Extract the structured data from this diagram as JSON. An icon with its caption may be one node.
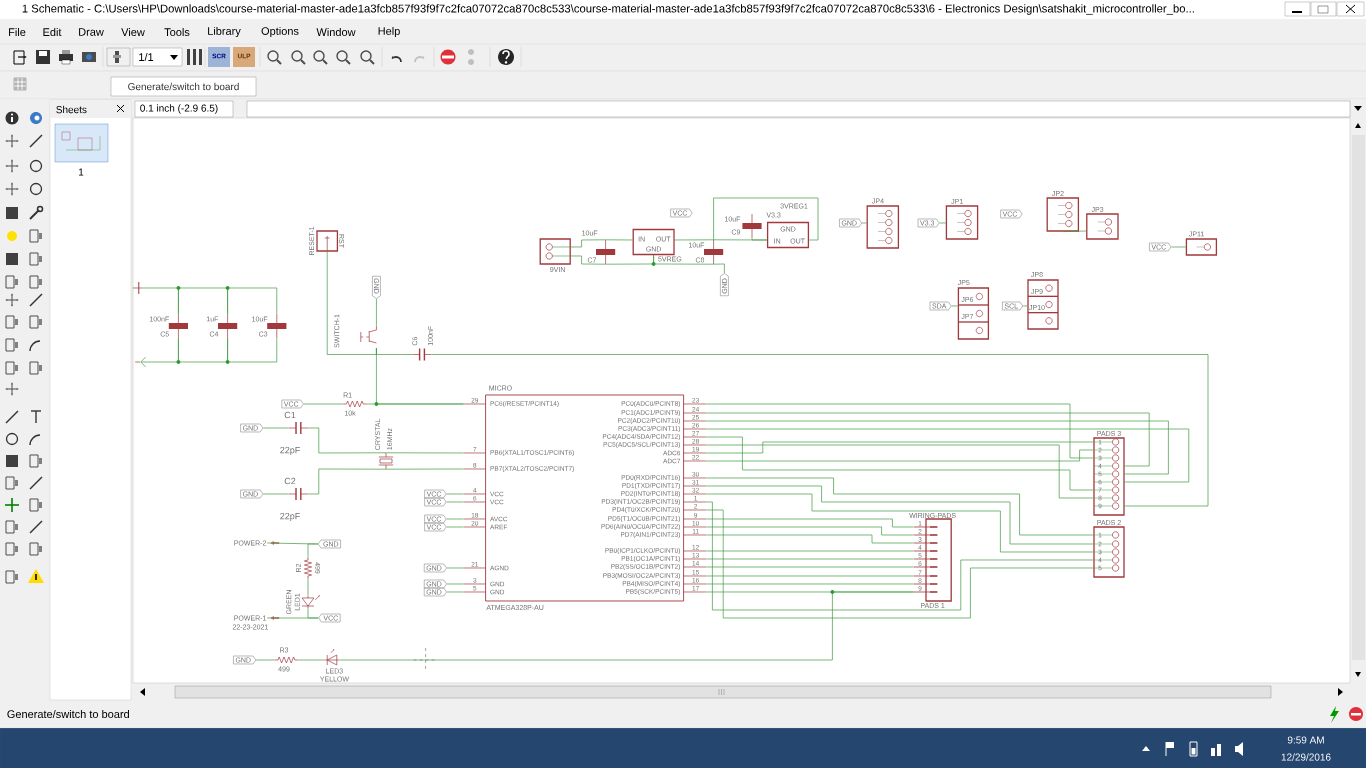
{
  "diagram": {
    "nodes": [
      {
        "text": [],
        "shape": "bar"
      },
      {
        "text": [
          "100nF",
          "C5"
        ]
      },
      {
        "text": [
          "1uF",
          "C4"
        ]
      },
      {
        "text": [
          "10uF",
          "C3"
        ]
      },
      {
        "text": [],
        "shape": "arrow"
      },
      {
        "text": [
          "RST"
        ],
        "beside": [
          "RESET-1"
        ]
      },
      {
        "text": [
          "GND"
        ]
      },
      {
        "text": [
          "SWITCH-1"
        ]
      },
      {
        "text": [
          "C6",
          "100nF"
        ]
      },
      {
        "text": [
          "VCC"
        ]
      },
      {
        "text": [
          "R1",
          "10k"
        ]
      },
      {
        "text": [
          "MICRO",
          "PC6(/RESET/PCINT14)",
          "PB6(XTAL1/TOSC1/PCINT6)",
          "PB7(XTAL2/TOSC2/PCINT7)",
          "VCC",
          "VCC",
          "AVCC",
          "AREF",
          "AGND",
          "GND",
          "GND",
          "PC0(ADC0/PCINT8)",
          "PC1(ADC1/PCINT9)",
          "PC2(ADC2/PCINT10)",
          "PC3(ADC3/PCINT11)",
          "PC4(ADC4/SDA/PCINT12)",
          "PC5(ADC5/SCL/PCINT13)",
          "ADC6",
          "ADC7",
          "PD0(RXD/PCINT16)",
          "PD1(TXD/PCINT17)",
          "PD2(INT0/PCINT18)",
          "PD3(INT1/OC2B/PCINT19)",
          "PD4(T0/XCK/PCINT20)",
          "PD5(T1/OC0B/PCINT21)",
          "PD6(AIN0/OC0A/PCINT22)",
          "PD7(AIN1/PCINT23)",
          "PB0(ICP1/CLKO/PCINT0)",
          "PB1(OC1A/PCINT1)",
          "PB2(SS/OC1B/PCINT2)",
          "PB3(MOSI/OC2A/PCINT3)",
          "PB4(MISO/PCINT4)",
          "PB5(SCK/PCINT5)",
          "ATMEGA328P-AU"
        ]
      },
      {
        "text": [
          "GND"
        ]
      },
      {
        "text": [
          "C1",
          "22pF"
        ]
      },
      {
        "text": [
          "GND"
        ]
      },
      {
        "text": [
          "C2",
          "22pF"
        ]
      },
      {
        "text": [
          "CRYSTAL",
          "16MHz"
        ]
      },
      {
        "text": [
          "VCC"
        ]
      },
      {
        "text": [
          "VCC"
        ]
      },
      {
        "text": [
          "VCC"
        ]
      },
      {
        "text": [
          "VCC"
        ]
      },
      {
        "text": [
          "GND"
        ]
      },
      {
        "text": [
          "GND"
        ]
      },
      {
        "text": [
          "GND"
        ]
      },
      {
        "text": [
          "POWER-2"
        ]
      },
      {
        "text": [
          "GND"
        ]
      },
      {
        "text": [
          "R2",
          "499"
        ]
      },
      {
        "text": [
          "GREEN",
          "LED1"
        ]
      },
      {
        "text": [
          "POWER-1",
          "22-23-2021"
        ]
      },
      {
        "text": [
          "VCC"
        ]
      },
      {
        "text": [
          "GND"
        ]
      },
      {
        "text": [
          "R3",
          "499"
        ]
      },
      {
        "text": [
          "LED3",
          "YELLOW"
        ]
      },
      {
        "text": [
          "9VIN"
        ]
      },
      {
        "text": [
          "10uF",
          "C7"
        ]
      },
      {
        "text": [
          "IN",
          "OUT",
          "GND"
        ],
        "beside": [
          "5VREG"
        ]
      },
      {
        "text": [
          "VCC"
        ]
      },
      {
        "text": [
          "10uF",
          "C8"
        ]
      },
      {
        "text": [
          "GND"
        ]
      },
      {
        "text": [
          "10uF",
          "C9"
        ]
      },
      {
        "text": [
          "GND",
          "IN",
          "OUT"
        ],
        "beside": [
          "V3.3",
          "3VREG1"
        ]
      },
      {
        "text": [
          "GND"
        ]
      },
      {
        "text": [
          "JP4"
        ]
      },
      {
        "text": [
          "V3.3"
        ]
      },
      {
        "text": [
          "JP1"
        ]
      },
      {
        "text": [
          "VCC"
        ]
      },
      {
        "text": [
          "JP2"
        ]
      },
      {
        "text": [
          "JP3"
        ]
      },
      {
        "text": [
          "VCC"
        ]
      },
      {
        "text": [
          "JP11"
        ]
      },
      {
        "text": [
          "SDA"
        ]
      },
      {
        "text": [
          "JP5",
          "JP6",
          "JP7"
        ]
      },
      {
        "text": [
          "SCL"
        ]
      },
      {
        "text": [
          "JP8",
          "JP9",
          "JP10"
        ]
      },
      {
        "text": [
          "PADS 3",
          "1",
          "2",
          "3",
          "4",
          "5",
          "6",
          "7",
          "8",
          "9"
        ]
      },
      {
        "text": [
          "PADS 2",
          "1",
          "2",
          "3",
          "4",
          "5"
        ]
      },
      {
        "text": [
          "WIRING-PADS",
          "1",
          "2",
          "3",
          "4",
          "5",
          "6",
          "7",
          "8",
          "9"
        ],
        "beside": [
          "PADS 1"
        ]
      }
    ],
    "edges": [
      {
        "from": 0,
        "to": 1,
        "arrow": "none"
      },
      {
        "from": 1,
        "to": 2,
        "arrow": "none"
      },
      {
        "from": 2,
        "to": 3,
        "arrow": "none"
      },
      {
        "from": 1,
        "to": 4,
        "arrow": "to"
      },
      {
        "from": 1,
        "to": 2,
        "arrow": "none"
      },
      {
        "from": 2,
        "to": 3,
        "arrow": "none"
      },
      {
        "from": 5,
        "to": 7,
        "arrow": "none"
      },
      {
        "from": 6,
        "to": 7,
        "arrow": "none"
      },
      {
        "from": 7,
        "to": 8,
        "arrow": "none"
      },
      {
        "from": 8,
        "to": 54,
        "arrow": "none"
      },
      {
        "from": 9,
        "to": 10,
        "arrow": "none"
      },
      {
        "from": 10,
        "to": 11,
        "arrow": "none"
      },
      {
        "from": 7,
        "to": 11,
        "arrow": "none"
      },
      {
        "from": 12,
        "to": 13,
        "arrow": "none"
      },
      {
        "from": 13,
        "to": 16,
        "arrow": "none"
      },
      {
        "from": 16,
        "to": 11,
        "arrow": "none"
      },
      {
        "from": 14,
        "to": 15,
        "arrow": "none"
      },
      {
        "from": 15,
        "to": 16,
        "arrow": "none"
      },
      {
        "from": 16,
        "to": 11,
        "arrow": "none"
      },
      {
        "from": 17,
        "to": 11,
        "arrow": "none"
      },
      {
        "from": 18,
        "to": 11,
        "arrow": "none"
      },
      {
        "from": 19,
        "to": 11,
        "arrow": "none"
      },
      {
        "from": 20,
        "to": 11,
        "arrow": "none"
      },
      {
        "from": 21,
        "to": 11,
        "arrow": "none"
      },
      {
        "from": 22,
        "to": 11,
        "arrow": "none"
      },
      {
        "from": 23,
        "to": 11,
        "arrow": "none"
      },
      {
        "from": 24,
        "to": 25,
        "arrow": "none"
      },
      {
        "from": 25,
        "to": 26,
        "arrow": "none"
      },
      {
        "from": 26,
        "to": 27,
        "arrow": "none"
      },
      {
        "from": 27,
        "to": 29,
        "arrow": "none"
      },
      {
        "from": 28,
        "to": 29,
        "arrow": "none"
      },
      {
        "from": 30,
        "to": 31,
        "arrow": "none"
      },
      {
        "from": 31,
        "to": 32,
        "arrow": "none"
      },
      {
        "from": 32,
        "to": 56,
        "arrow": "none"
      },
      {
        "from": 33,
        "to": 34,
        "arrow": "none"
      },
      {
        "from": 33,
        "to": 34,
        "arrow": "none"
      },
      {
        "from": 34,
        "to": 35,
        "arrow": "none"
      },
      {
        "from": 35,
        "to": 37,
        "arrow": "none"
      },
      {
        "from": 34,
        "to": 35,
        "arrow": "none"
      },
      {
        "from": 35,
        "to": 37,
        "arrow": "none"
      },
      {
        "from": 38,
        "to": 37,
        "arrow": "none"
      },
      {
        "from": 37,
        "to": 40,
        "arrow": "none"
      },
      {
        "from": 39,
        "to": 40,
        "arrow": "none"
      },
      {
        "from": 37,
        "to": 40,
        "arrow": "none"
      },
      {
        "from": 41,
        "to": 42,
        "arrow": "none"
      },
      {
        "from": 43,
        "to": 44,
        "arrow": "none"
      },
      {
        "from": 46,
        "to": 47,
        "arrow": "none"
      },
      {
        "from": 48,
        "to": 49,
        "arrow": "none"
      },
      {
        "from": 50,
        "to": 51,
        "arrow": "none"
      },
      {
        "from": 52,
        "to": 53,
        "arrow": "none"
      },
      {
        "from": 11,
        "to": 54,
        "arrow": "none"
      },
      {
        "from": 11,
        "to": 54,
        "arrow": "none"
      },
      {
        "from": 11,
        "to": 54,
        "arrow": "none"
      },
      {
        "from": 11,
        "to": 54,
        "arrow": "none"
      },
      {
        "from": 11,
        "to": 54,
        "arrow": "none"
      },
      {
        "from": 11,
        "to": 54,
        "arrow": "none"
      },
      {
        "from": 11,
        "to": 54,
        "arrow": "none"
      },
      {
        "from": 11,
        "to": 54,
        "arrow": "none"
      },
      {
        "from": 11,
        "to": 55,
        "arrow": "none"
      },
      {
        "from": 11,
        "to": 55,
        "arrow": "none"
      },
      {
        "from": 11,
        "to": 55,
        "arrow": "none"
      },
      {
        "from": 11,
        "to": 55,
        "arrow": "none"
      },
      {
        "from": 11,
        "to": 55,
        "arrow": "none"
      },
      {
        "from": 11,
        "to": 56,
        "arrow": "none"
      },
      {
        "from": 11,
        "to": 56,
        "arrow": "none"
      },
      {
        "from": 11,
        "to": 56,
        "arrow": "none"
      },
      {
        "from": 11,
        "to": 56,
        "arrow": "none"
      },
      {
        "from": 11,
        "to": 56,
        "arrow": "none"
      },
      {
        "from": 11,
        "to": 56,
        "arrow": "none"
      },
      {
        "from": 11,
        "to": 56,
        "arrow": "none"
      },
      {
        "from": 11,
        "to": 56,
        "arrow": "none"
      },
      {
        "from": 11,
        "to": 56,
        "arrow": "none"
      }
    ],
    "labels": [
      "1 Schematic - C:\\Users\\HP\\Downloads\\course-material-master-ade1a3fcb857f93f9f7c2fca07072ca870c8c533\\course-material-master-ade1a3fcb857f93f9f7c2fca07072ca870c8c533\\6 - Electronics Design\\satshakit_microcontroller_bo...",
      "File",
      "Edit",
      "Draw",
      "View",
      "Tools",
      "Library",
      "Options",
      "Window",
      "Help",
      "1/1",
      "SCR",
      "ULP",
      "Generate/switch to board",
      "Sheets",
      "0.1 inch (-2.9 6.5)",
      "1",
      "Generate/switch to board",
      "9:59 AM",
      "12/29/2016",
      "29",
      "7",
      "8",
      "4",
      "6",
      "18",
      "20",
      "21",
      "3",
      "5",
      "23",
      "24",
      "25",
      "26",
      "27",
      "28",
      "19",
      "22",
      "30",
      "31",
      "32",
      "1",
      "2",
      "9",
      "10",
      "11",
      "12",
      "13",
      "14",
      "15",
      "16",
      "17"
    ]
  }
}
